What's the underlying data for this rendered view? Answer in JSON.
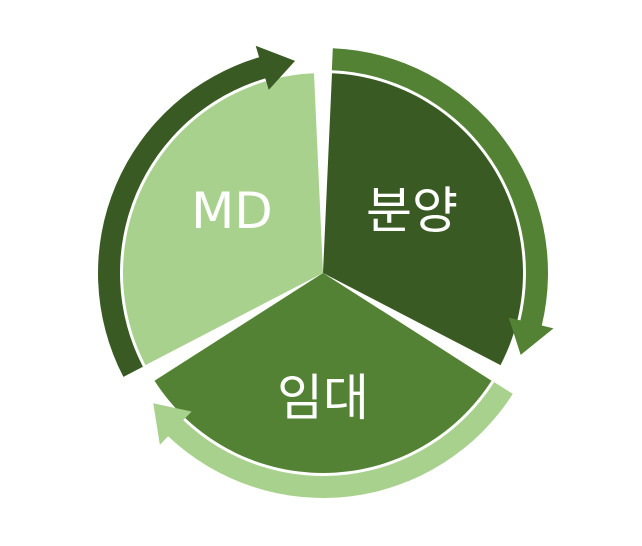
{
  "segments": [
    {
      "label": "분양",
      "fill_color": "#3A5A24",
      "arrow_color": "#548235"
    },
    {
      "label": "임대",
      "fill_color": "#548235",
      "arrow_color": "#A9D18E"
    },
    {
      "label": "MD",
      "fill_color": "#A9D18E",
      "arrow_color": "#3A5A24"
    }
  ],
  "colors": {
    "background": "#ffffff",
    "label_text": "#ffffff"
  }
}
